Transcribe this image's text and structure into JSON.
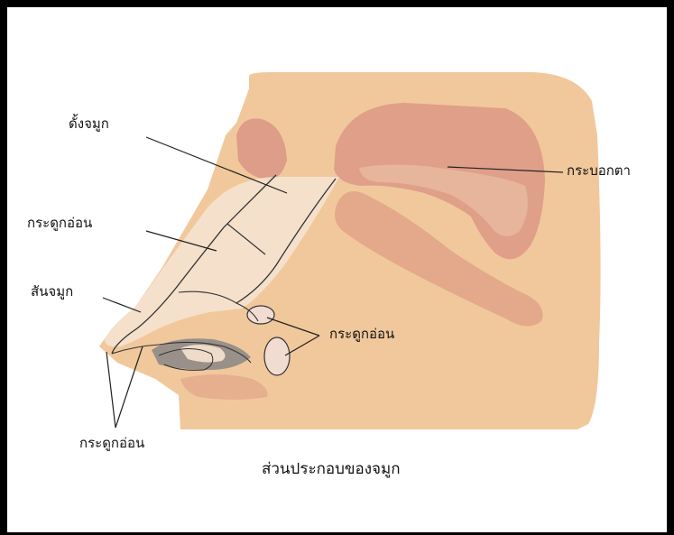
{
  "labels": {
    "bridge": "ดั้งจมูก",
    "cartilage_upper": "กระดูกอ่อน",
    "orbit": "กระบอกตา",
    "dorsum": "สันจมูก",
    "cartilage_right": "กระดูกอ่อน",
    "cartilage_bottom": "กระดูกอ่อน"
  },
  "caption": "ส่วนประกอบของจมูก",
  "colors": {
    "skin": "#F1C89B",
    "orbit_fill": "#DE9D88",
    "cheek": "#E3A98A",
    "cartilage_fill": "#F0DCC8",
    "nostril_shadow": "#8F8A88",
    "leader_line": "#222222",
    "frame": "#000000"
  }
}
